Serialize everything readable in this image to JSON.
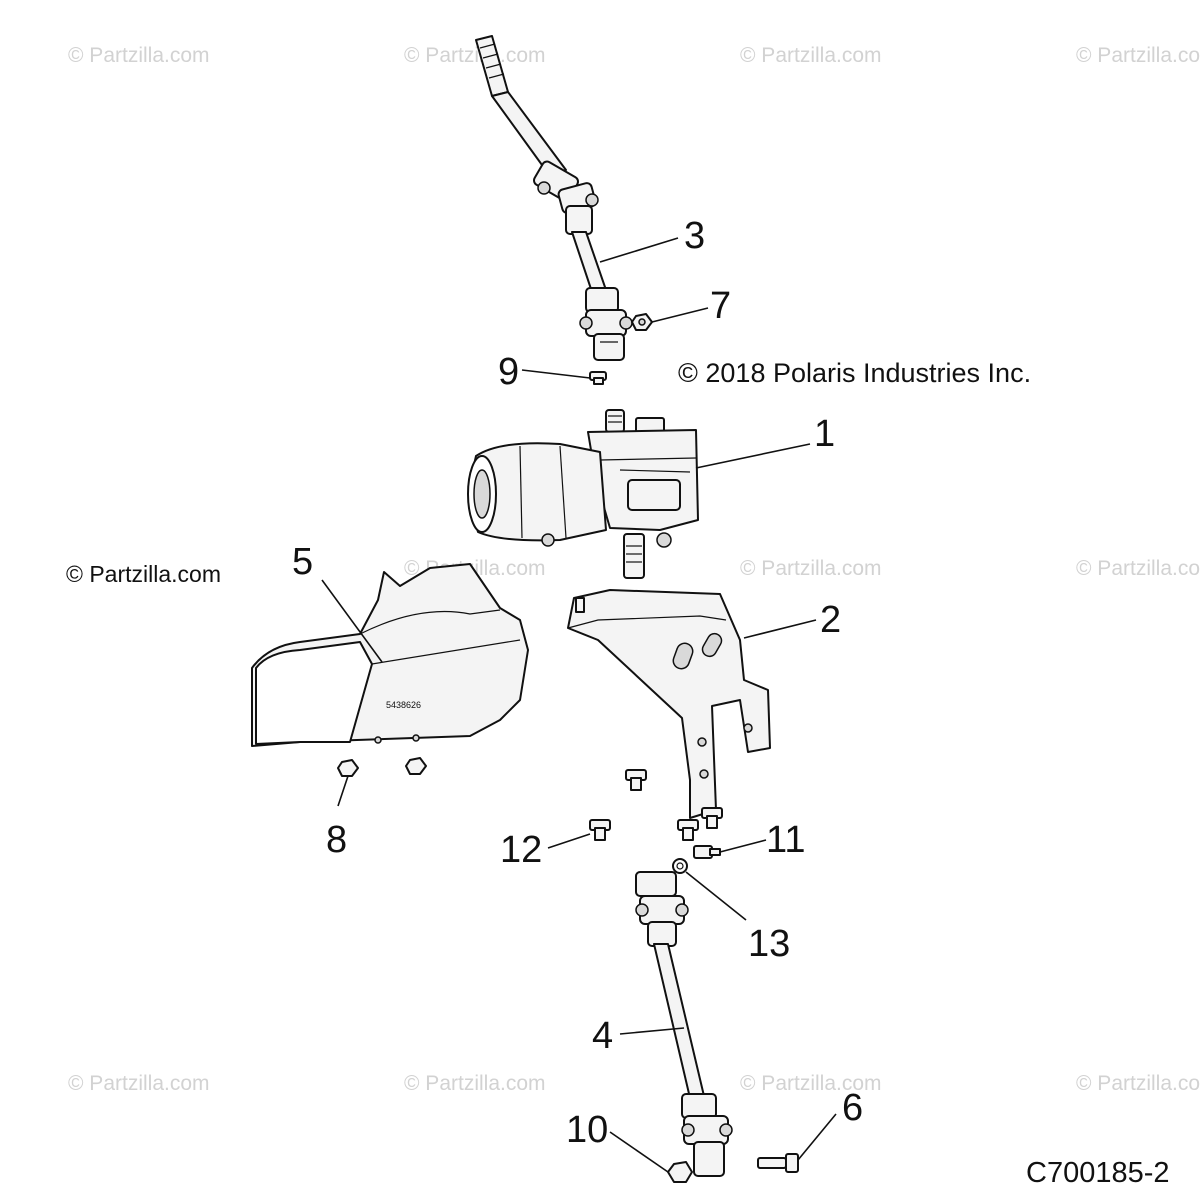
{
  "watermark": {
    "text": "© Partzilla.com"
  },
  "copyright_note": "© 2018 Polaris Industries Inc.",
  "partzilla_note": "© Partzilla.com",
  "diagram_code": "C700185-2",
  "shield_part_number": "5438626",
  "callouts": {
    "c1": "1",
    "c2": "2",
    "c3": "3",
    "c4": "4",
    "c5": "5",
    "c6": "6",
    "c7": "7",
    "c8": "8",
    "c9": "9",
    "c10": "10",
    "c11": "11",
    "c12": "12",
    "c13": "13"
  }
}
